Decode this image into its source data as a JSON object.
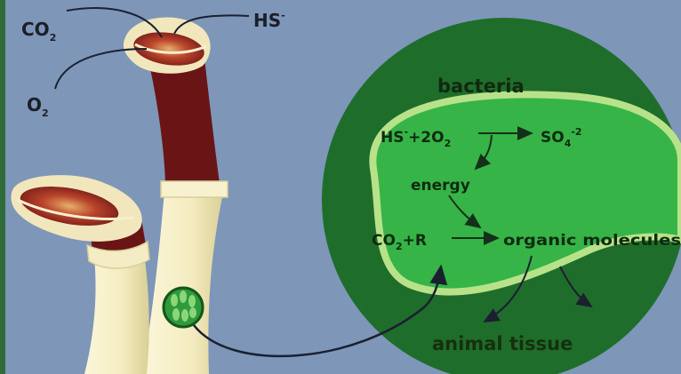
{
  "labels": {
    "co2": "CO",
    "co2_sub": "2",
    "hs": "HS",
    "hs_sup": "-",
    "o2": "O",
    "o2_sub": "2"
  },
  "bacteria": {
    "title": "bacteria",
    "reaction1_left": "HS",
    "reaction1_left_sup": "-",
    "reaction1_left_rest": "+2O",
    "reaction1_left_sub": "2",
    "reaction1_right": "SO",
    "reaction1_right_sub": "4",
    "reaction1_right_sup": "-2",
    "energy": "energy",
    "reaction2_left": "CO",
    "reaction2_left_sub": "2",
    "reaction2_left_rest": "+R",
    "reaction2_right": "organic molecules",
    "animal_tissue": "animal tissue"
  },
  "colors": {
    "background": "#7e96b8",
    "dark_green": "#1f6d2a",
    "light_green": "#35b646",
    "rim": "#b8e28a",
    "tube": "#f6efc6",
    "plume": "#6e1616"
  },
  "icons": {
    "cell": "bacteria-cell-icon",
    "tube": "tube-worm-icon"
  }
}
